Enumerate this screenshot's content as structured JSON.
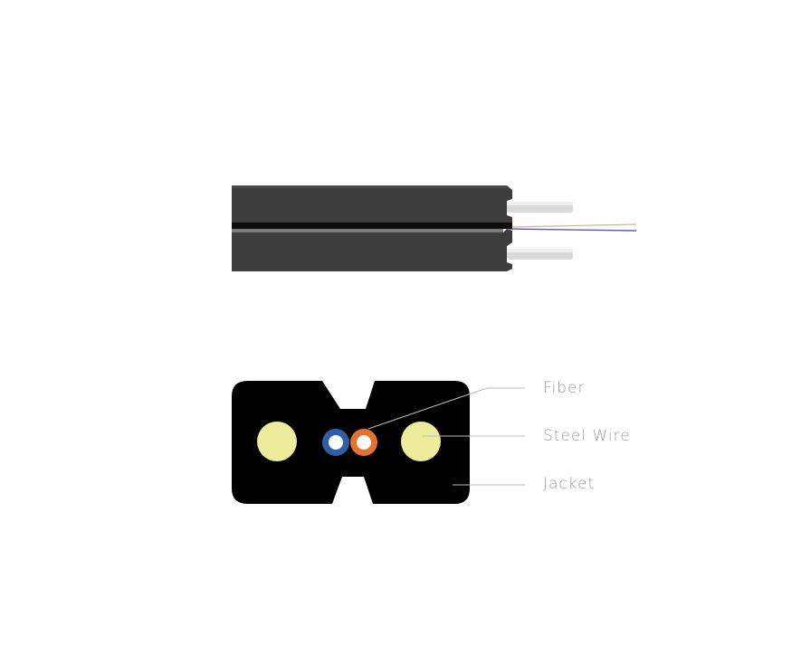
{
  "diagram": {
    "title": "",
    "side_view": {
      "jacket_color": "#3c3c3c",
      "groove_color": "#0a0a0a",
      "highlight_color": "#7a7a7a",
      "steel_wire_color": "#d8d8d8",
      "fiber_colors": [
        "#e0b080",
        "#5a5ad8"
      ]
    },
    "cross_section": {
      "jacket_color": "#000000",
      "steel_wire_color": "#ecec9a",
      "fiber_colors": [
        "#2d5fa8",
        "#e8702a"
      ],
      "fiber_core_color": "#ffffff"
    },
    "labels": [
      {
        "id": "fiber",
        "text": "Fiber"
      },
      {
        "id": "steel-wire",
        "text": "Steel Wire"
      },
      {
        "id": "jacket",
        "text": "Jacket"
      }
    ],
    "leader_color": "#bdbdbd"
  }
}
